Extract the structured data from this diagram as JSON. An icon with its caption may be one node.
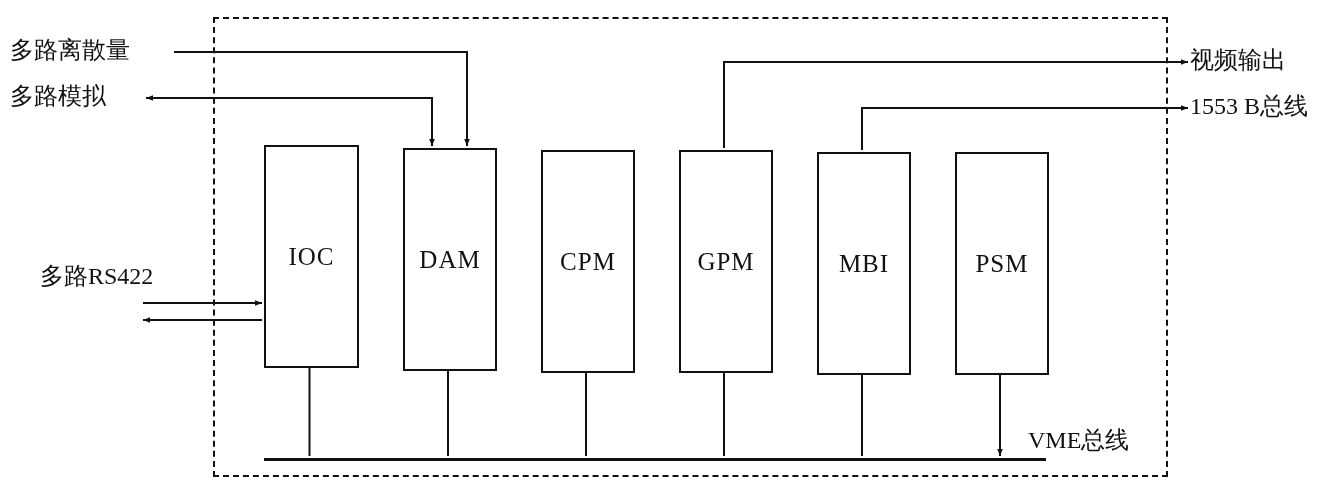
{
  "diagram": {
    "nodes": [
      {
        "text": [],
        "shape": "box"
      },
      {
        "text": [
          "IOC"
        ],
        "in": 0
      },
      {
        "text": [
          "DAM"
        ],
        "in": 0
      },
      {
        "text": [
          "CPM"
        ],
        "in": 0
      },
      {
        "text": [
          "GPM"
        ],
        "in": 0
      },
      {
        "text": [
          "MBI"
        ],
        "in": 0
      },
      {
        "text": [
          "PSM"
        ],
        "in": 0
      },
      {
        "text": [],
        "shape": "bar",
        "in": 0,
        "beside": [
          "VME总线"
        ]
      },
      {
        "text": [
          "多路离散量"
        ]
      },
      {
        "text": [
          "多路模拟"
        ]
      },
      {
        "text": [
          "视频输出"
        ]
      },
      {
        "text": [
          "1553 B总线"
        ]
      }
    ],
    "edges": [
      {
        "from": 8,
        "to": 2,
        "arrow": "to"
      },
      {
        "from": 2,
        "to": 9,
        "arrow": "both"
      },
      {
        "from": null,
        "to": 1,
        "arrow": "to"
      },
      {
        "from": 1,
        "to": null,
        "arrow": "to"
      },
      {
        "from": 4,
        "to": 10,
        "arrow": "to"
      },
      {
        "from": 5,
        "to": 11,
        "arrow": "to"
      },
      {
        "from": 1,
        "to": 7,
        "arrow": "none"
      },
      {
        "from": 2,
        "to": 7,
        "arrow": "none"
      },
      {
        "from": 3,
        "to": 7,
        "arrow": "none"
      },
      {
        "from": 4,
        "to": 7,
        "arrow": "none"
      },
      {
        "from": 5,
        "to": 7,
        "arrow": "none"
      },
      {
        "from": 6,
        "to": 7,
        "arrow": "to"
      }
    ],
    "labels": [
      "多路RS422"
    ]
  }
}
